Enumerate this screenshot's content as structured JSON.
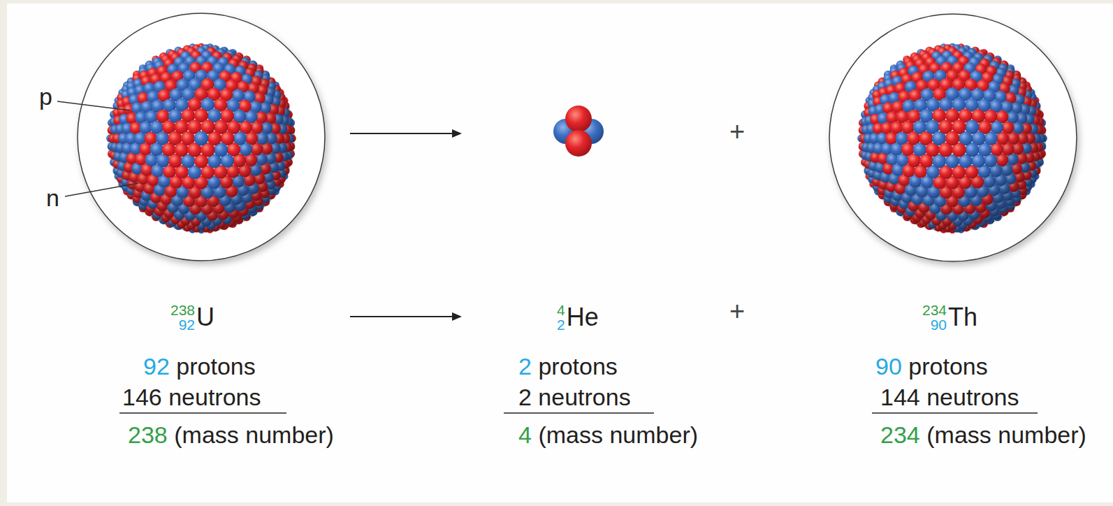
{
  "diagram": {
    "labels": [
      "p",
      "n",
      "+",
      "238",
      "92",
      "U",
      "4",
      "2",
      "He",
      "+",
      "234",
      "90",
      "Th",
      "92",
      "protons",
      "2",
      "protons",
      "90",
      "protons",
      "146 neutrons",
      "2 neutrons",
      "144 neutrons",
      "238",
      "(mass number)",
      "4",
      "(mass number)",
      "234",
      "(mass number)"
    ]
  }
}
